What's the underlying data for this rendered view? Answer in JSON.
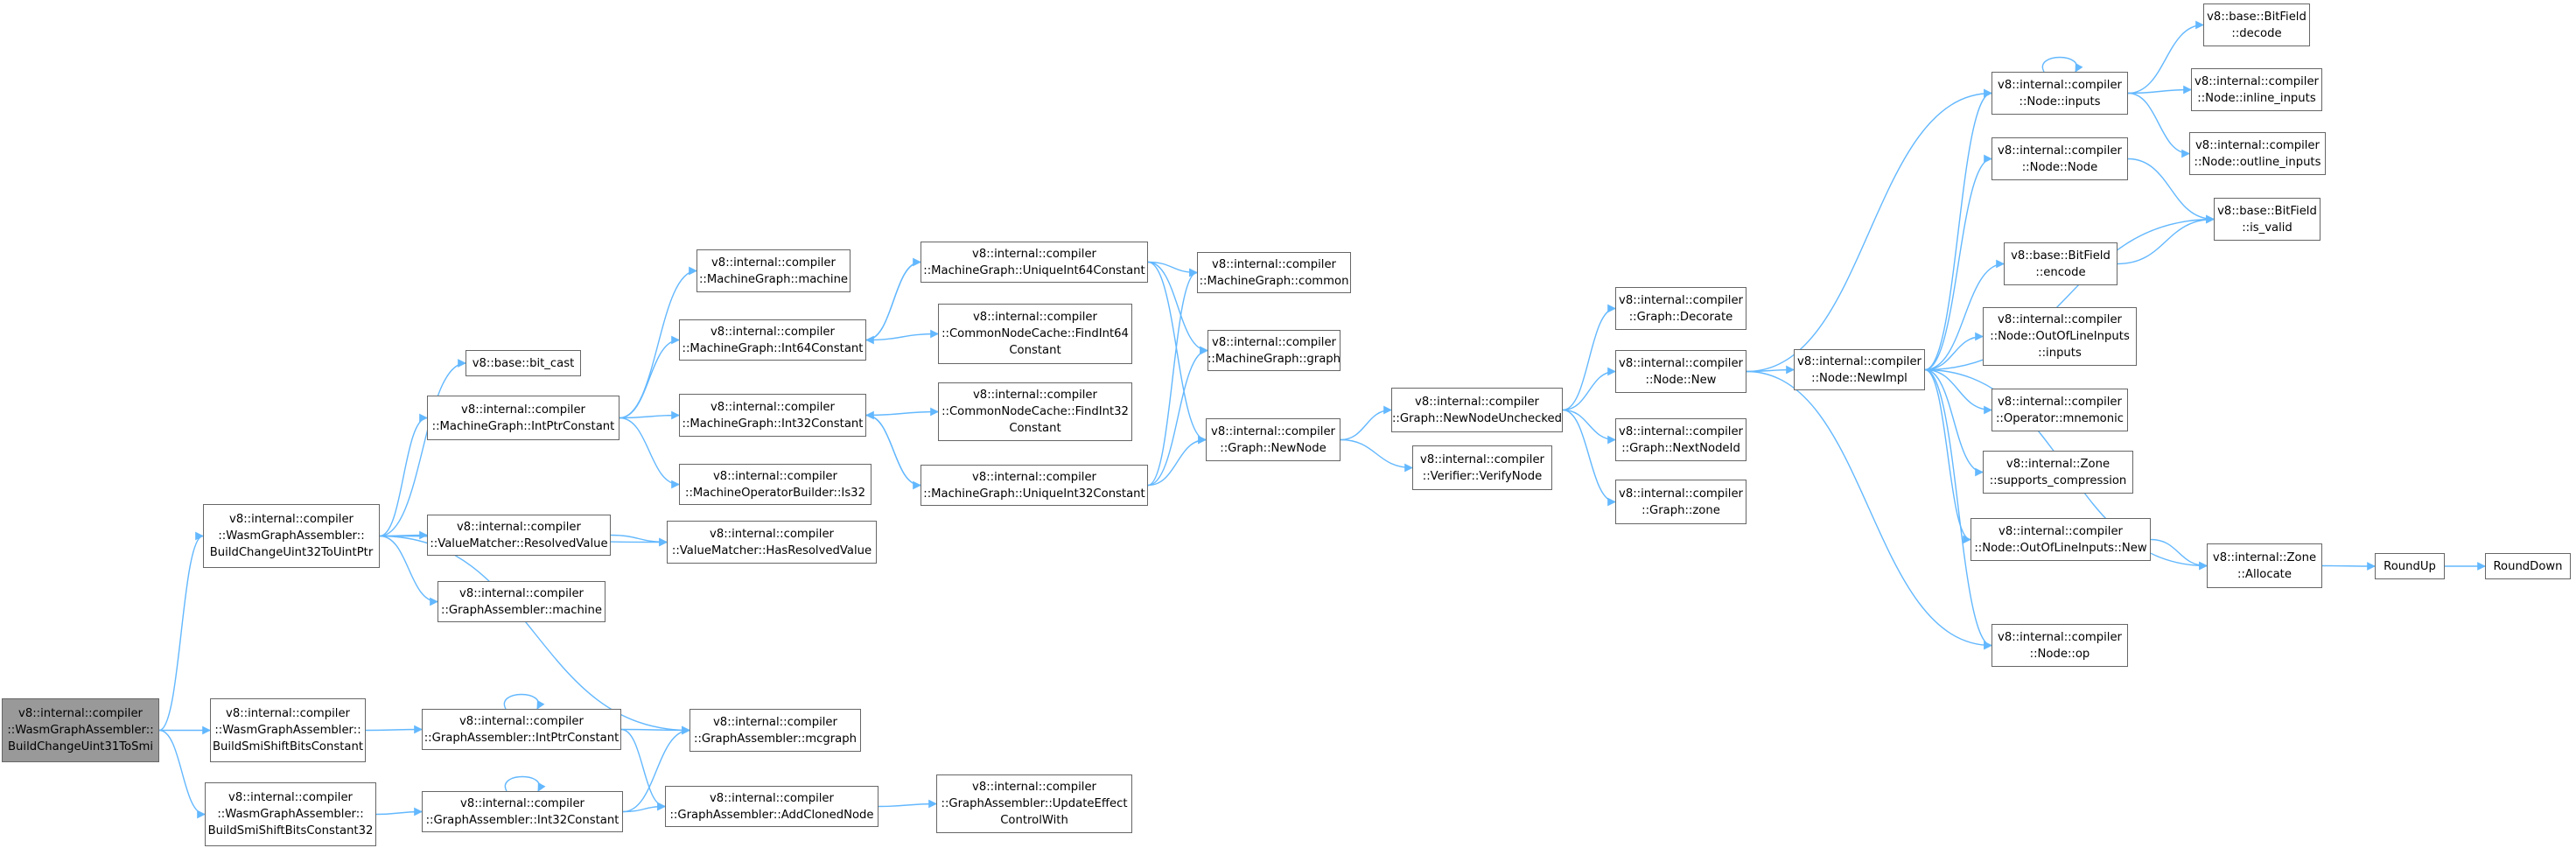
{
  "colors": {
    "edge": "#63b8ff",
    "border": "#666666",
    "root_fill": "#999999",
    "fill": "#ffffff",
    "text": "#000000"
  },
  "nodes": [
    {
      "id": "root",
      "label": "v8::internal::compiler\n::WasmGraphAssembler::\nBuildChangeUint31ToSmi",
      "root": true
    },
    {
      "id": "n_bcu32",
      "label": "v8::internal::compiler\n::WasmGraphAssembler::\nBuildChangeUint32ToUintPtr"
    },
    {
      "id": "n_bssbc",
      "label": "v8::internal::compiler\n::WasmGraphAssembler::\nBuildSmiShiftBitsConstant"
    },
    {
      "id": "n_bssbc32",
      "label": "v8::internal::compiler\n::WasmGraphAssembler::\nBuildSmiShiftBitsConstant32"
    },
    {
      "id": "n_bitcast",
      "label": "v8::base::bit_cast"
    },
    {
      "id": "n_mg_intptr",
      "label": "v8::internal::compiler\n::MachineGraph::IntPtrConstant"
    },
    {
      "id": "n_vm_resolved",
      "label": "v8::internal::compiler\n::ValueMatcher::ResolvedValue"
    },
    {
      "id": "n_ga_machine",
      "label": "v8::internal::compiler\n::GraphAssembler::machine"
    },
    {
      "id": "n_ga_intptr",
      "label": "v8::internal::compiler\n::GraphAssembler::IntPtrConstant"
    },
    {
      "id": "n_ga_int32",
      "label": "v8::internal::compiler\n::GraphAssembler::Int32Constant"
    },
    {
      "id": "n_mg_machine",
      "label": "v8::internal::compiler\n::MachineGraph::machine"
    },
    {
      "id": "n_mg_int64",
      "label": "v8::internal::compiler\n::MachineGraph::Int64Constant"
    },
    {
      "id": "n_mg_int32",
      "label": "v8::internal::compiler\n::MachineGraph::Int32Constant"
    },
    {
      "id": "n_mob_is32",
      "label": "v8::internal::compiler\n::MachineOperatorBuilder::Is32"
    },
    {
      "id": "n_vm_hasresolved",
      "label": "v8::internal::compiler\n::ValueMatcher::HasResolvedValue"
    },
    {
      "id": "n_ga_mcgraph",
      "label": "v8::internal::compiler\n::GraphAssembler::mcgraph"
    },
    {
      "id": "n_ga_addcloned",
      "label": "v8::internal::compiler\n::GraphAssembler::AddClonedNode"
    },
    {
      "id": "n_mg_uint64",
      "label": "v8::internal::compiler\n::MachineGraph::UniqueInt64Constant"
    },
    {
      "id": "n_cnc_find64",
      "label": "v8::internal::compiler\n::CommonNodeCache::FindInt64\nConstant"
    },
    {
      "id": "n_cnc_find32",
      "label": "v8::internal::compiler\n::CommonNodeCache::FindInt32\nConstant"
    },
    {
      "id": "n_mg_uint32",
      "label": "v8::internal::compiler\n::MachineGraph::UniqueInt32Constant"
    },
    {
      "id": "n_ga_update",
      "label": "v8::internal::compiler\n::GraphAssembler::UpdateEffect\nControlWith"
    },
    {
      "id": "n_mg_common",
      "label": "v8::internal::compiler\n::MachineGraph::common"
    },
    {
      "id": "n_mg_graph",
      "label": "v8::internal::compiler\n::MachineGraph::graph"
    },
    {
      "id": "n_g_newnode",
      "label": "v8::internal::compiler\n::Graph::NewNode"
    },
    {
      "id": "n_g_newnodeunchecked",
      "label": "v8::internal::compiler\n::Graph::NewNodeUnchecked"
    },
    {
      "id": "n_verifier",
      "label": "v8::internal::compiler\n::Verifier::VerifyNode"
    },
    {
      "id": "n_g_decorate",
      "label": "v8::internal::compiler\n::Graph::Decorate"
    },
    {
      "id": "n_node_new",
      "label": "v8::internal::compiler\n::Node::New"
    },
    {
      "id": "n_g_nextnodeid",
      "label": "v8::internal::compiler\n::Graph::NextNodeId"
    },
    {
      "id": "n_g_zone",
      "label": "v8::internal::compiler\n::Graph::zone"
    },
    {
      "id": "n_node_newimpl",
      "label": "v8::internal::compiler\n::Node::NewImpl"
    },
    {
      "id": "n_node_inputs",
      "label": "v8::internal::compiler\n::Node::inputs"
    },
    {
      "id": "n_node_node",
      "label": "v8::internal::compiler\n::Node::Node"
    },
    {
      "id": "n_bf_encode",
      "label": "v8::base::BitField\n::encode"
    },
    {
      "id": "n_oolinputs",
      "label": "v8::internal::compiler\n::Node::OutOfLineInputs\n::inputs"
    },
    {
      "id": "n_op_mnemonic",
      "label": "v8::internal::compiler\n::Operator::mnemonic"
    },
    {
      "id": "n_zone_supports",
      "label": "v8::internal::Zone\n::supports_compression"
    },
    {
      "id": "n_oolinputs_new",
      "label": "v8::internal::compiler\n::Node::OutOfLineInputs::New"
    },
    {
      "id": "n_node_op",
      "label": "v8::internal::compiler\n::Node::op"
    },
    {
      "id": "n_bf_decode",
      "label": "v8::base::BitField\n::decode"
    },
    {
      "id": "n_node_inline",
      "label": "v8::internal::compiler\n::Node::inline_inputs"
    },
    {
      "id": "n_node_outline",
      "label": "v8::internal::compiler\n::Node::outline_inputs"
    },
    {
      "id": "n_bf_isvalid",
      "label": "v8::base::BitField\n::is_valid"
    },
    {
      "id": "n_zone_allocate",
      "label": "v8::internal::Zone\n::Allocate"
    },
    {
      "id": "n_roundup",
      "label": "RoundUp"
    },
    {
      "id": "n_rounddown",
      "label": "RoundDown"
    }
  ],
  "edges": [
    [
      "root",
      "n_bcu32"
    ],
    [
      "root",
      "n_bssbc"
    ],
    [
      "root",
      "n_bssbc32"
    ],
    [
      "n_bcu32",
      "n_bitcast"
    ],
    [
      "n_bcu32",
      "n_mg_intptr"
    ],
    [
      "n_bcu32",
      "n_vm_resolved"
    ],
    [
      "n_bcu32",
      "n_vm_hasresolved"
    ],
    [
      "n_bcu32",
      "n_ga_machine"
    ],
    [
      "n_bcu32",
      "n_ga_mcgraph"
    ],
    [
      "n_bssbc",
      "n_ga_intptr"
    ],
    [
      "n_bssbc32",
      "n_ga_int32"
    ],
    [
      "n_ga_intptr",
      "n_ga_intptr"
    ],
    [
      "n_ga_intptr",
      "n_ga_mcgraph"
    ],
    [
      "n_ga_intptr",
      "n_ga_addcloned"
    ],
    [
      "n_ga_int32",
      "n_ga_int32"
    ],
    [
      "n_ga_int32",
      "n_ga_mcgraph"
    ],
    [
      "n_ga_int32",
      "n_ga_addcloned"
    ],
    [
      "n_ga_addcloned",
      "n_ga_update"
    ],
    [
      "n_vm_resolved",
      "n_vm_hasresolved"
    ],
    [
      "n_mg_intptr",
      "n_mg_machine"
    ],
    [
      "n_mg_intptr",
      "n_mg_int64"
    ],
    [
      "n_mg_intptr",
      "n_mg_int32"
    ],
    [
      "n_mg_intptr",
      "n_mob_is32"
    ],
    [
      "n_mg_int64",
      "n_mg_uint64"
    ],
    [
      "n_mg_int64",
      "n_cnc_find64"
    ],
    [
      "n_mg_uint64",
      "n_mg_int64"
    ],
    [
      "n_mg_uint64",
      "n_mg_common"
    ],
    [
      "n_mg_uint64",
      "n_mg_graph"
    ],
    [
      "n_mg_uint64",
      "n_g_newnode"
    ],
    [
      "n_mg_int32",
      "n_mg_uint32"
    ],
    [
      "n_mg_int32",
      "n_cnc_find32"
    ],
    [
      "n_mg_uint32",
      "n_mg_int32"
    ],
    [
      "n_mg_uint32",
      "n_mg_common"
    ],
    [
      "n_mg_uint32",
      "n_mg_graph"
    ],
    [
      "n_mg_uint32",
      "n_g_newnode"
    ],
    [
      "n_g_newnode",
      "n_g_newnodeunchecked"
    ],
    [
      "n_g_newnode",
      "n_verifier"
    ],
    [
      "n_g_newnodeunchecked",
      "n_g_decorate"
    ],
    [
      "n_g_newnodeunchecked",
      "n_node_new"
    ],
    [
      "n_g_newnodeunchecked",
      "n_g_nextnodeid"
    ],
    [
      "n_g_newnodeunchecked",
      "n_g_zone"
    ],
    [
      "n_node_new",
      "n_node_newimpl"
    ],
    [
      "n_node_new",
      "n_node_inputs"
    ],
    [
      "n_node_new",
      "n_node_op"
    ],
    [
      "n_node_newimpl",
      "n_node_inputs"
    ],
    [
      "n_node_newimpl",
      "n_node_node"
    ],
    [
      "n_node_newimpl",
      "n_bf_isvalid"
    ],
    [
      "n_node_newimpl",
      "n_bf_encode"
    ],
    [
      "n_node_newimpl",
      "n_oolinputs"
    ],
    [
      "n_node_newimpl",
      "n_op_mnemonic"
    ],
    [
      "n_node_newimpl",
      "n_zone_supports"
    ],
    [
      "n_node_newimpl",
      "n_oolinputs_new"
    ],
    [
      "n_node_newimpl",
      "n_zone_allocate"
    ],
    [
      "n_node_newimpl",
      "n_node_op"
    ],
    [
      "n_node_inputs",
      "n_node_inputs"
    ],
    [
      "n_node_inputs",
      "n_bf_decode"
    ],
    [
      "n_node_inputs",
      "n_node_inline"
    ],
    [
      "n_node_inputs",
      "n_node_outline"
    ],
    [
      "n_node_node",
      "n_bf_isvalid"
    ],
    [
      "n_bf_encode",
      "n_bf_isvalid"
    ],
    [
      "n_oolinputs_new",
      "n_zone_allocate"
    ],
    [
      "n_zone_allocate",
      "n_roundup"
    ],
    [
      "n_roundup",
      "n_rounddown"
    ]
  ]
}
